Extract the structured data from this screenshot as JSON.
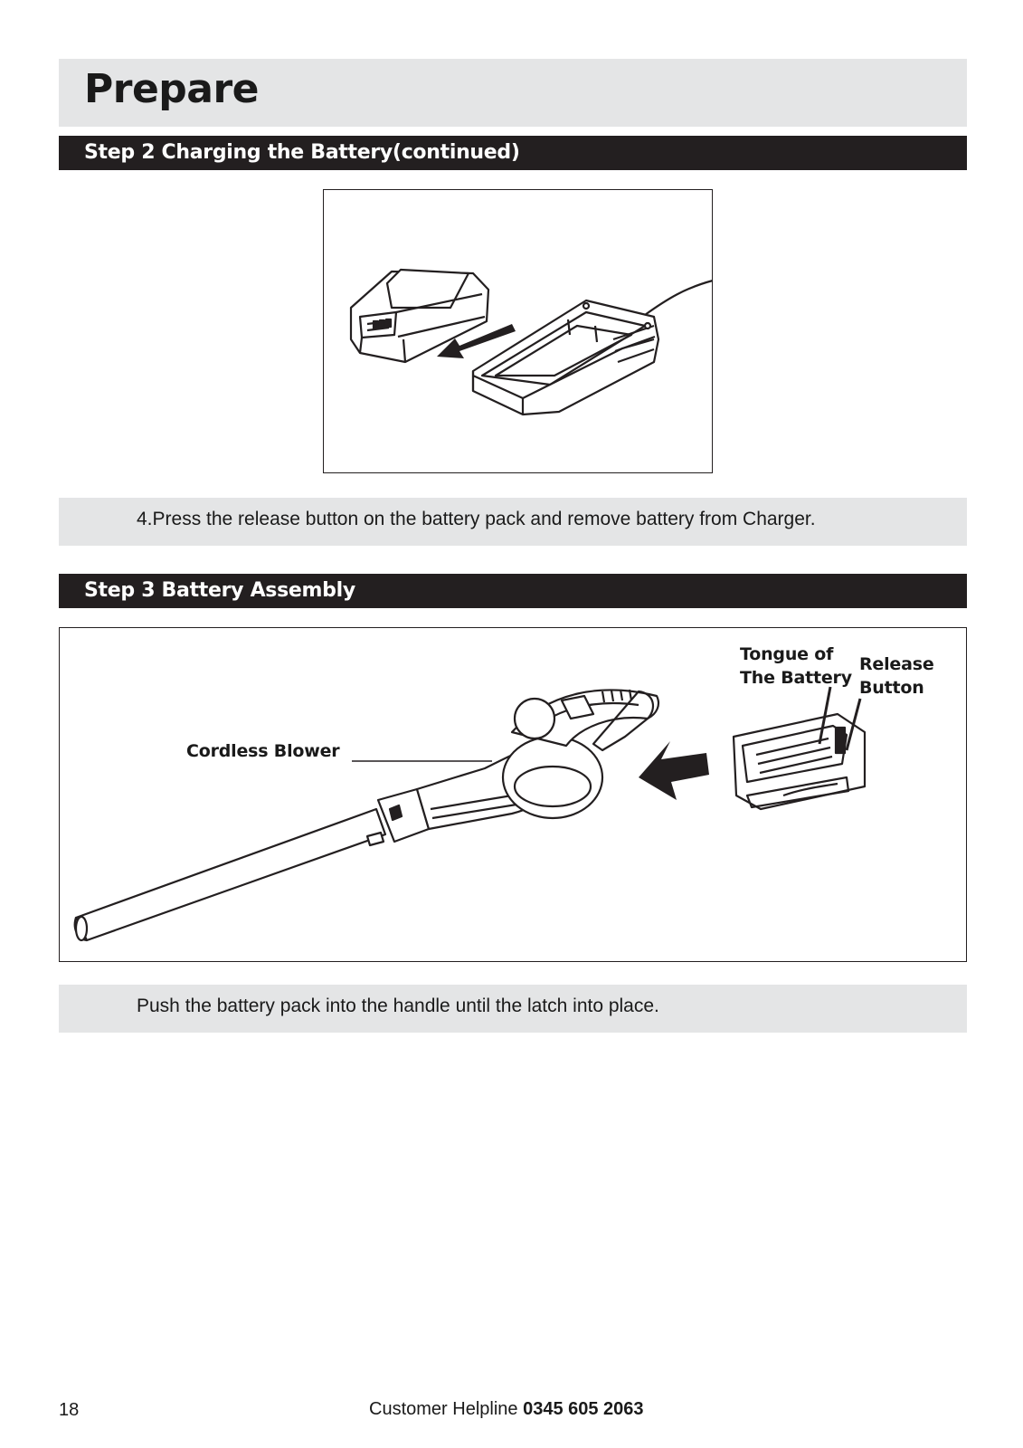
{
  "page": {
    "title": "Prepare",
    "page_number": "18"
  },
  "step2": {
    "heading": "Step 2 Charging the Battery(continued)",
    "instruction": "4.Press the release button on the battery pack and remove battery from Charger."
  },
  "step3": {
    "heading": "Step 3 Battery Assembly",
    "labels": {
      "blower": "Cordless Blower",
      "tongue_line1": "Tongue of",
      "tongue_line2": "The Battery",
      "release_line1": "Release",
      "release_line2": "Button"
    },
    "instruction": "Push the battery pack into the handle until the latch into place."
  },
  "footer": {
    "helpline_label": "Customer Helpline",
    "helpline_number": "0345 605 2063"
  }
}
